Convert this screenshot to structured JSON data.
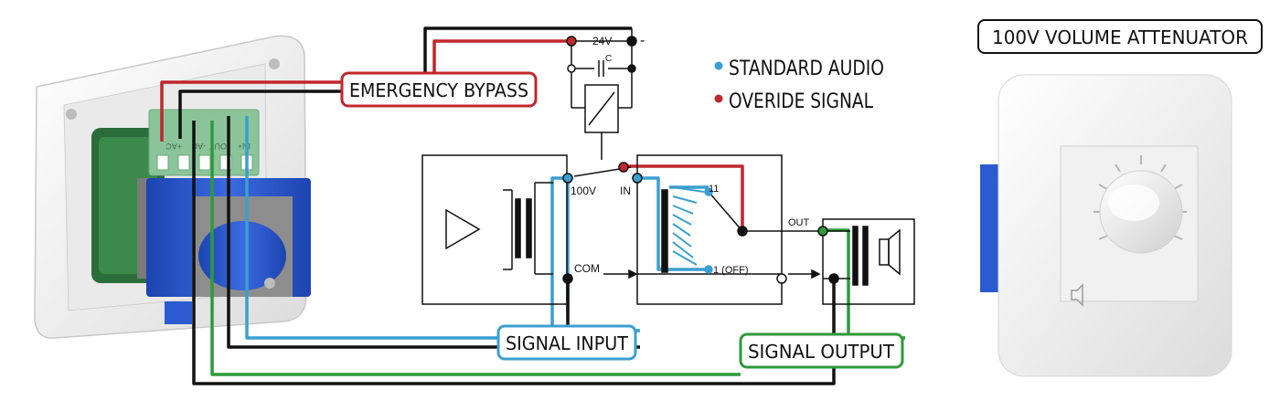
{
  "title": "100V VOLUME ATTENUATOR",
  "labels": {
    "emergency_bypass": "EMERGENCY BYPASS",
    "signal_input": "SIGNAL INPUT",
    "signal_output": "SIGNAL OUTPUT"
  },
  "legend": [
    {
      "label": "STANDARD AUDIO",
      "color": "#3a9fd0"
    },
    {
      "label": "OVERIDE SIGNAL",
      "color": "#c0272d"
    }
  ],
  "schematic": {
    "supply_voltage": "24V",
    "supply_negative": "-",
    "capacitor": "C",
    "tap_100v": "100V",
    "tap_in": "IN",
    "tap_com": "COM",
    "tap_out": "OUT",
    "position_max": "11",
    "position_off": "1 (OFF)"
  },
  "terminal_markings": [
    "+AC",
    "-AC",
    "OUT",
    "IN+"
  ],
  "colors": {
    "standard_audio": "#3a9fd0",
    "override": "#c0272d",
    "output": "#2e9a3a",
    "black": "#111111",
    "transformer_blue": "#2c5bd1",
    "terminal_green": "#8cc49a"
  }
}
